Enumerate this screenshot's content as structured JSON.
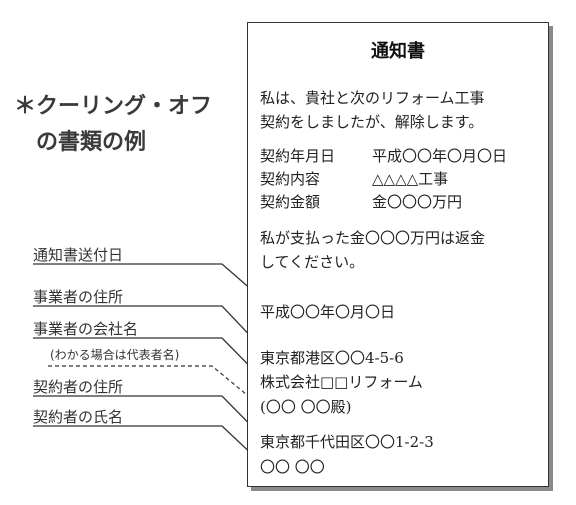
{
  "heading": {
    "line1": "＊クーリング・オフ",
    "line2": "の書類の例"
  },
  "labels": {
    "send_date": "通知書送付日",
    "business_address": "事業者の住所",
    "business_company": "事業者の会社名",
    "business_company_note": "(わかる場合は代表者名)",
    "contractor_address": "契約者の住所",
    "contractor_name": "契約者の氏名"
  },
  "notice": {
    "title": "通知書",
    "body_line1": "私は、貴社と次のリフォーム工事",
    "body_line2": "契約をしましたが、解除します。",
    "contract_date_label": "契約年月日",
    "contract_date_value": "平成〇〇年〇月〇日",
    "contract_content_label": "契約内容",
    "contract_content_value": "△△△△工事",
    "contract_amount_label": "契約金額",
    "contract_amount_value": "金〇〇〇万円",
    "refund_line1": "私が支払った金〇〇〇万円は返金",
    "refund_line2": "してください。",
    "send_date": "平成〇〇年〇月〇日",
    "business_address": "東京都港区〇〇4-5-6",
    "business_company": "株式会社□□リフォーム",
    "business_representative": "(〇〇 〇〇殿)",
    "contractor_address": "東京都千代田区〇〇1-2-3",
    "contractor_name": "〇〇 〇〇"
  }
}
